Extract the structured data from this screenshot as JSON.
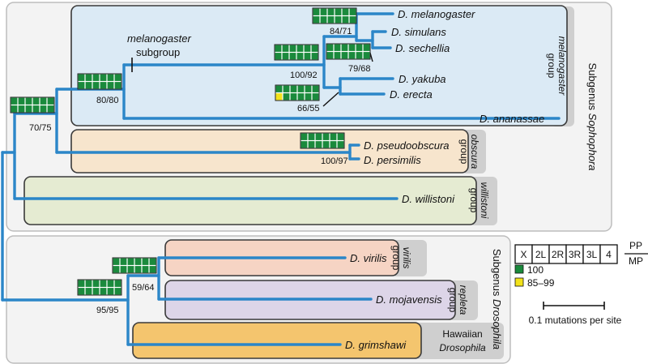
{
  "species": {
    "melanogaster": "D. melanogaster",
    "simulans": "D. simulans",
    "sechellia": "D. sechellia",
    "yakuba": "D. yakuba",
    "erecta": "D. erecta",
    "ananassae": "D. ananassae",
    "pseudoobscura": "D. pseudoobscura",
    "persimilis": "D. persimilis",
    "willistoni": "D. willistoni",
    "virilis": "D. virilis",
    "mojavensis": "D. mojavensis",
    "grimshawi": "D. grimshawi"
  },
  "groups": {
    "melanogaster_1": "melanogaster",
    "melanogaster_2": "group",
    "obscura_1": "obscura",
    "obscura_2": "group",
    "willistoni_1": "willistoni",
    "willistoni_2": "group",
    "virilis_1": "virilis",
    "virilis_2": "group",
    "repleta_1": "repleta",
    "repleta_2": "group",
    "hawaiian_1": "Hawaiian",
    "hawaiian_2": "Drosophila"
  },
  "subgenera": {
    "sophophora_prefix": "Subgenus ",
    "sophophora_name": "Sophophora",
    "drosophila_prefix": "Subgenus ",
    "drosophila_name": "Drosophila"
  },
  "subgroup": {
    "line1": "melanogaster",
    "line2": "subgroup"
  },
  "support": {
    "mel_sim": "84/71",
    "sim_sech": "79/68",
    "mel_sub": "100/92",
    "yak_ere": "66/55",
    "mel_group": "80/80",
    "sophophora": "70/75",
    "obscura": "100/97",
    "vir_moj": "59/64",
    "drosophila": "95/95"
  },
  "legend": {
    "arms": [
      "X",
      "2L",
      "2R",
      "3R",
      "3L",
      "4"
    ],
    "pp": "PP",
    "mp": "MP",
    "high": "100",
    "mid": "85–99",
    "scale": "0.1 mutations per site",
    "green": "#1a8a3c",
    "yellow": "#f2e21a"
  },
  "colors": {
    "branch": "#2b86c8",
    "sophophora_bg": "#f3f3f3",
    "melanogaster_bg": "#dbeaf5",
    "obscura_bg": "#f7e5cd",
    "willistoni_bg": "#e5ebd2",
    "virilis_bg": "#f6d4c4",
    "repleta_bg": "#ddd5e8",
    "hawaiian_bg": "#f4c56e",
    "tab_bg": "#cfcfcf"
  }
}
